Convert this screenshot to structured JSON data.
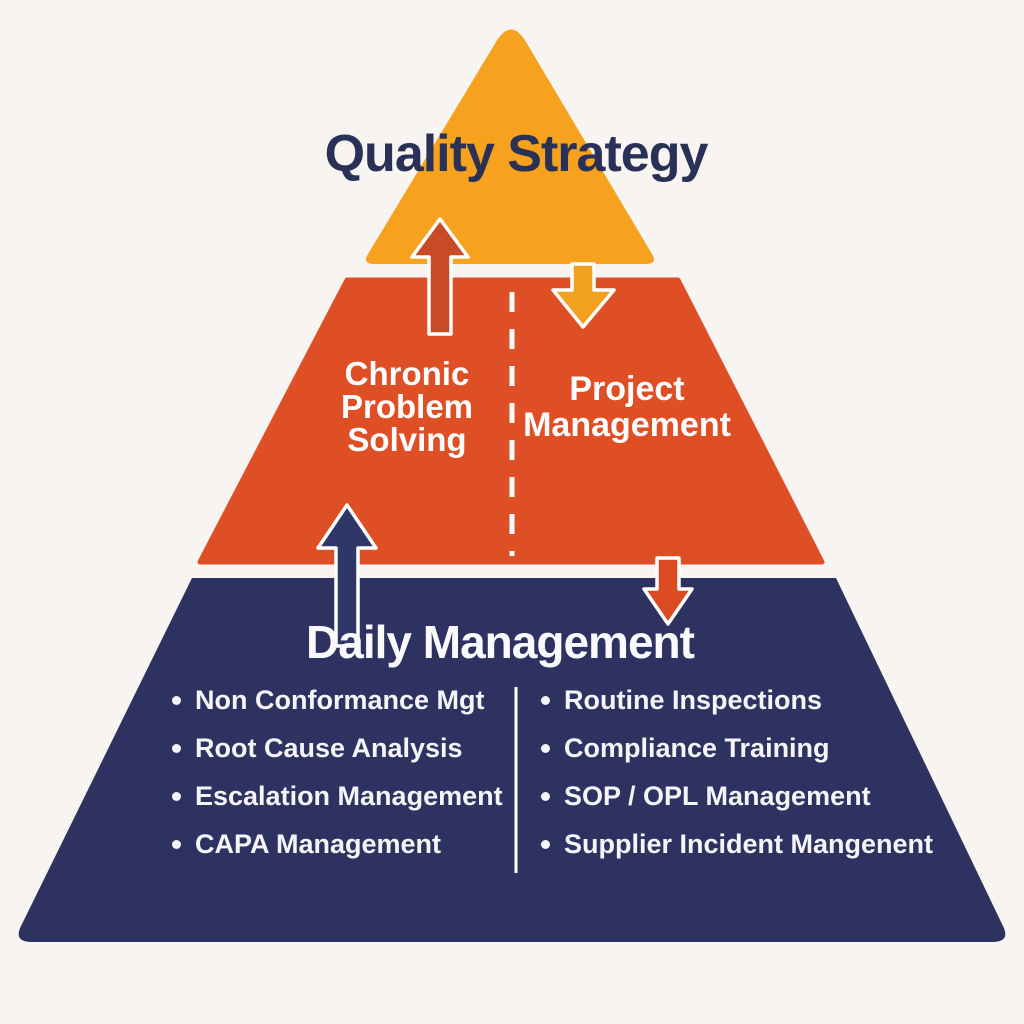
{
  "diagram": {
    "type": "pyramid",
    "tiers": [
      {
        "id": "top",
        "label": "Quality Strategy",
        "color": "#F6A21E"
      },
      {
        "id": "middle",
        "color": "#DF4F26"
      },
      {
        "id": "bottom",
        "color": "#2D3261"
      }
    ],
    "top": {
      "title": "Quality Strategy",
      "title_color": "#2A3157"
    },
    "middle": {
      "left_lines": [
        "Chronic",
        "Problem",
        "Solving"
      ],
      "right_lines": [
        "Project",
        "Management"
      ],
      "divider_style": "dashed-white"
    },
    "bottom": {
      "heading": "Daily Management",
      "left_items": [
        "Non Conformance Mgt",
        "Root Cause Analysis",
        "Escalation Management",
        "CAPA Management"
      ],
      "right_items": [
        "Routine Inspections",
        "Compliance Training",
        "SOP / OPL Management",
        "Supplier Incident Mangenent"
      ],
      "divider_style": "solid-white"
    },
    "arrows": [
      {
        "name": "up-arrow-middle-to-top",
        "direction": "up",
        "color": "#C84B26"
      },
      {
        "name": "down-arrow-top-to-middle",
        "direction": "down",
        "color": "#F2A01F"
      },
      {
        "name": "up-arrow-bottom-to-middle",
        "direction": "up",
        "color": "#2F3768"
      },
      {
        "name": "down-arrow-middle-to-bottom",
        "direction": "down",
        "color": "#DB4A20"
      }
    ],
    "palette": {
      "background": "#F7F4F1",
      "outline_white": "#FFFFFF",
      "text_white": "#F5F5F8"
    }
  }
}
